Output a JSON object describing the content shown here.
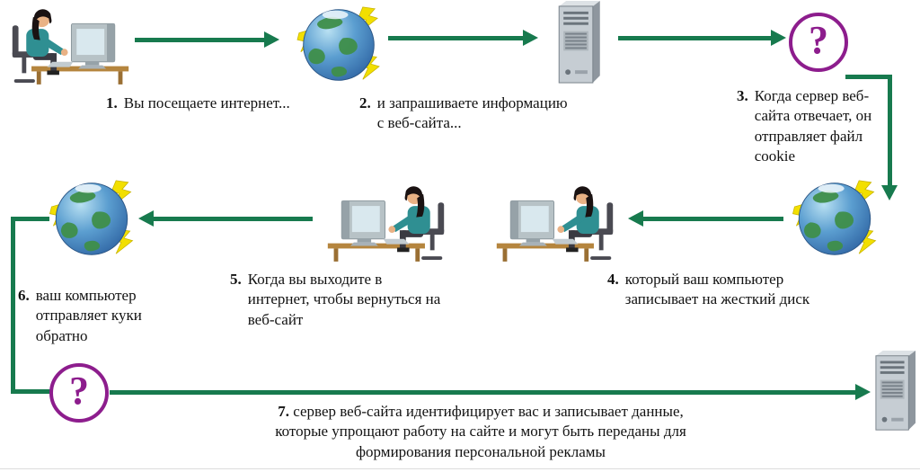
{
  "diagram": {
    "steps": [
      {
        "num": "1.",
        "text": "Вы посещаете интернет..."
      },
      {
        "num": "2.",
        "text": "и запрашиваете информацию с веб-сайта..."
      },
      {
        "num": "3.",
        "text": "Когда сервер веб-сайта отвечает, он отправляет файл cookie"
      },
      {
        "num": "4.",
        "text": "который ваш компьютер записывает на жесткий диск"
      },
      {
        "num": "5.",
        "text": "Когда вы выходите в интернет, чтобы вернуться на веб-сайт"
      },
      {
        "num": "6.",
        "text": "ваш компьютер отправляет куки обратно"
      },
      {
        "num": "7.",
        "text": "сервер веб-сайта идентифицирует вас и записывает данные, которые упрощают работу на сайте и могут быть переданы для формирования персональной рекламы"
      }
    ],
    "icons": {
      "question_mark": "?"
    },
    "colors": {
      "arrow": "#177a4e",
      "question_circle": "#8d1d8d",
      "globe_sea": "#3f7fbf",
      "globe_land": "#3f8f4a",
      "lightning": "#f2df00"
    }
  }
}
